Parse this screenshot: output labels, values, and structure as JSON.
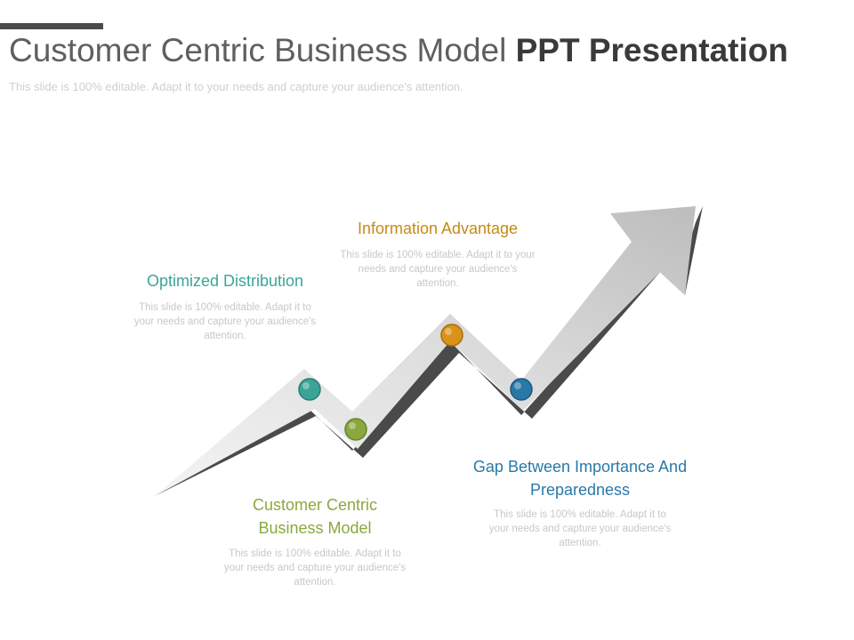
{
  "header": {
    "title_light": "Customer Centric Business Model ",
    "title_bold": "PPT Presentation",
    "subtitle": "This slide is 100% editable. Adapt it to your needs and capture your audience's attention."
  },
  "steps": [
    {
      "title": "Optimized  Distribution",
      "desc": "This slide is 100% editable. Adapt it to your needs and capture your audience's attention.",
      "color": "#3aa597"
    },
    {
      "title": "Customer Centric Business Model",
      "desc": "This slide is 100% editable. Adapt it to your needs and capture your audience's attention.",
      "color": "#8aa83e"
    },
    {
      "title": "Information Advantage",
      "desc": "This slide is 100% editable. Adapt it to your needs and capture your audience's attention.",
      "color": "#c58b14"
    },
    {
      "title": "Gap Between Importance And Preparedness",
      "desc": "This slide is 100% editable. Adapt it to your needs and capture your audience's attention.",
      "color": "#2a78a8"
    }
  ]
}
